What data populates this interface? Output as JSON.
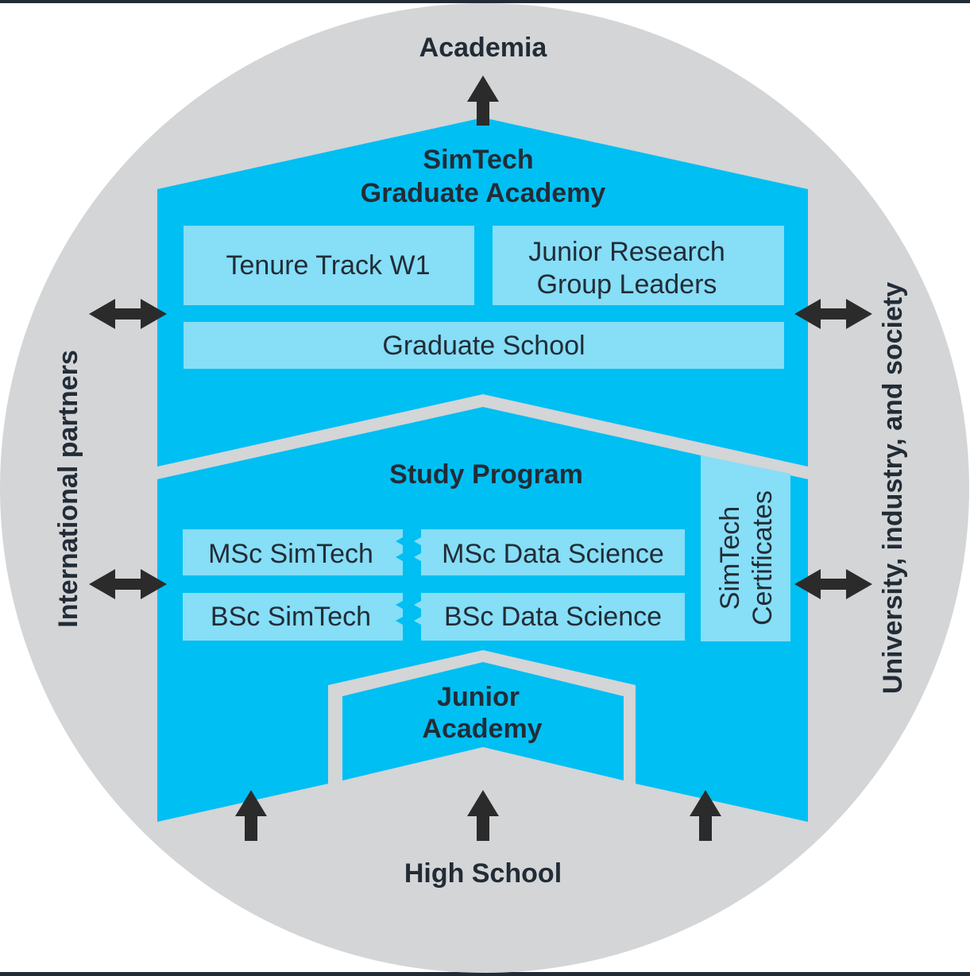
{
  "top_label": "Academia",
  "bottom_label": "High School",
  "left_label": "International partners",
  "right_label": "University, industry, and society",
  "graduate_academy": {
    "title_line1": "SimTech",
    "title_line2": "Graduate Academy",
    "tenure_track": "Tenure Track W1",
    "jrgl_line1": "Junior Research",
    "jrgl_line2": "Group Leaders",
    "graduate_school": "Graduate School"
  },
  "study_program": {
    "title": "Study Program",
    "msc_simtech": "MSc SimTech",
    "msc_data_science": "MSc Data Science",
    "bsc_simtech": "BSc SimTech",
    "bsc_data_science": "BSc Data Science",
    "certificates_line1": "SimTech",
    "certificates_line2": "Certificates"
  },
  "junior_academy": {
    "line1": "Junior",
    "line2": "Academy"
  },
  "colors": {
    "circle": "#d3d5d7",
    "blue": "#00bff3",
    "light_blue": "#86def7",
    "text": "#222c36",
    "arrow": "#2b2b2b"
  }
}
